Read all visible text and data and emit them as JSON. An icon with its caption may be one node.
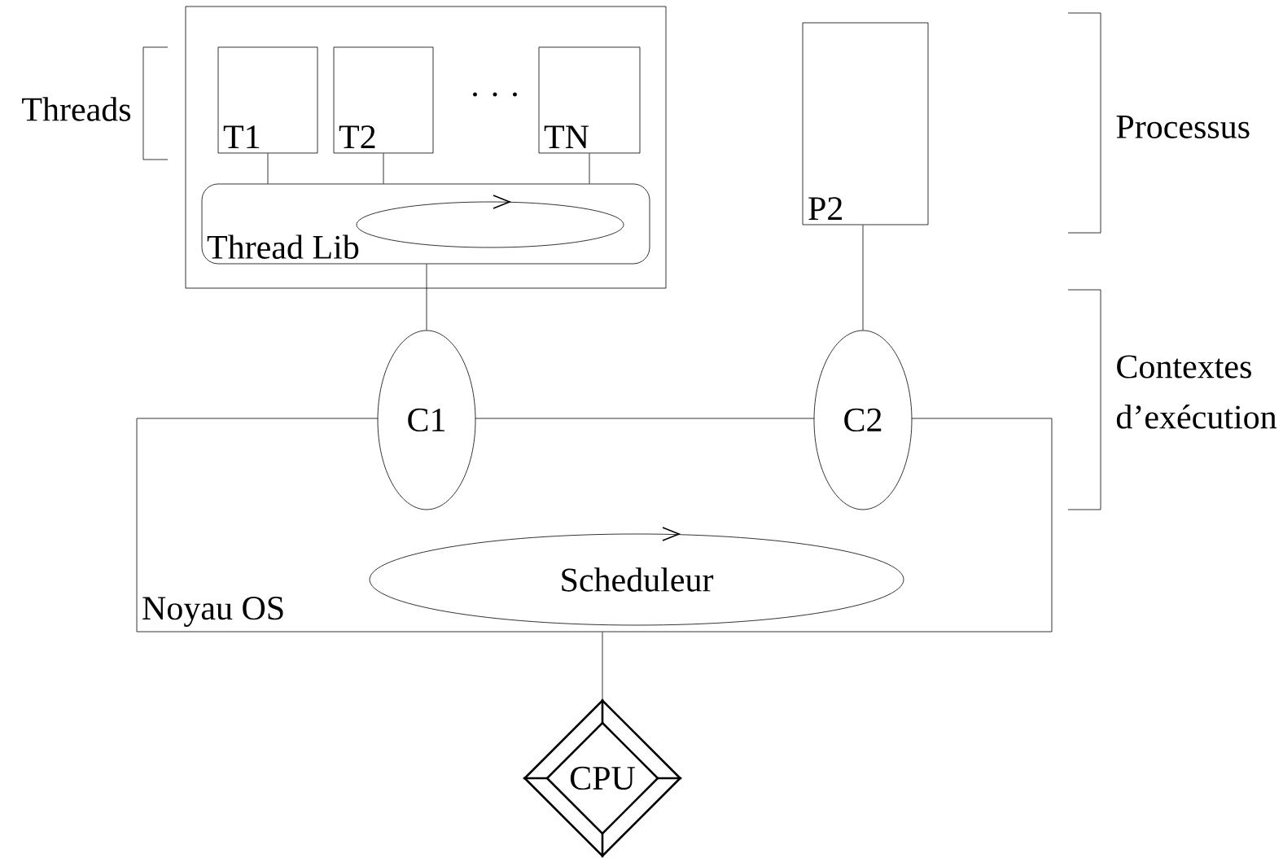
{
  "diagram": {
    "nodes": [
      {
        "text": [],
        "shape": "box"
      },
      {
        "text": [
          "T1"
        ],
        "in": 0
      },
      {
        "text": [
          "T2"
        ],
        "in": 0
      },
      {
        "text": [
          "TN"
        ],
        "in": 0
      },
      {
        "text": [
          "Thread Lib"
        ],
        "in": 0
      },
      {
        "text": [],
        "shape": "ellipse",
        "in": 4
      },
      {
        "text": [
          "P2"
        ]
      },
      {
        "text": [
          "C1"
        ]
      },
      {
        "text": [
          "C2"
        ]
      },
      {
        "text": [
          "Noyau OS"
        ]
      },
      {
        "text": [
          "Scheduleur"
        ],
        "in": 9
      },
      {
        "text": [
          "CPU"
        ]
      }
    ],
    "edges": [
      {
        "from": 1,
        "to": 4,
        "arrow": "none"
      },
      {
        "from": 2,
        "to": 4,
        "arrow": "none"
      },
      {
        "from": 3,
        "to": 4,
        "arrow": "none"
      },
      {
        "from": 4,
        "to": 7,
        "arrow": "none"
      },
      {
        "from": 6,
        "to": 8,
        "arrow": "none"
      },
      {
        "from": 9,
        "to": 11,
        "arrow": "none"
      }
    ],
    "labels": [
      "Threads",
      ". . .",
      "Processus",
      "Contextes d’exécution"
    ]
  }
}
